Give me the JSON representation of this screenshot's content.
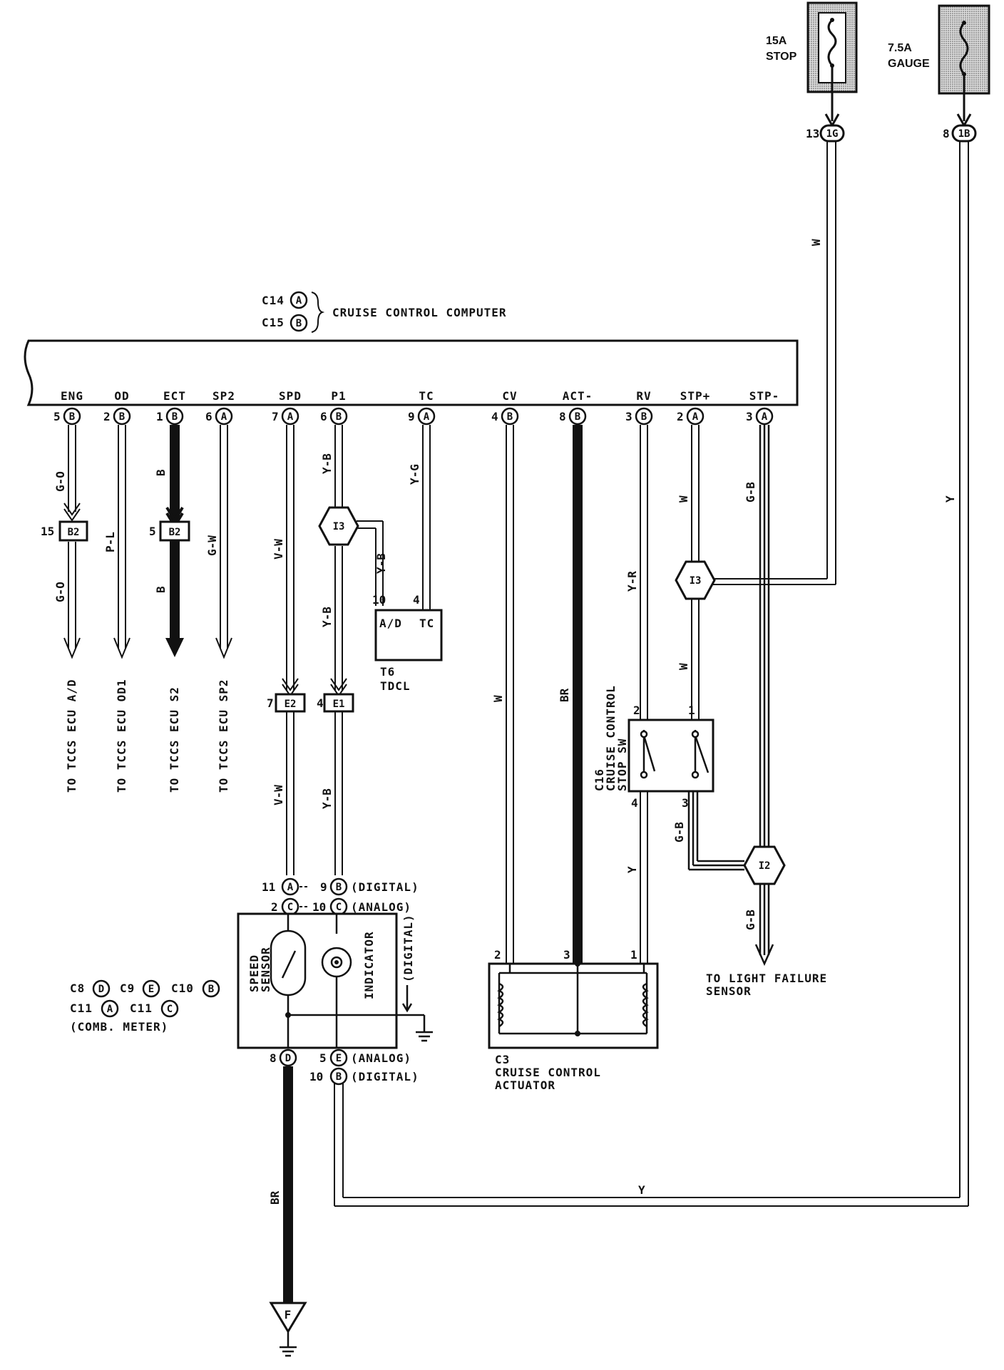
{
  "fuses": {
    "stop": {
      "rating": "15A",
      "name": "STOP",
      "pin": "13",
      "conn": "1G"
    },
    "gauge": {
      "rating": "7.5A",
      "name": "GAUGE",
      "pin": "8",
      "conn": "1B"
    }
  },
  "computer": {
    "c14": "C14",
    "c14_conn": "A",
    "c15": "C15",
    "c15_conn": "B",
    "title": "CRUISE CONTROL COMPUTER"
  },
  "terminals": [
    {
      "name": "ENG",
      "pin": "5",
      "conn": "B"
    },
    {
      "name": "OD",
      "pin": "2",
      "conn": "B"
    },
    {
      "name": "ECT",
      "pin": "1",
      "conn": "B"
    },
    {
      "name": "SP2",
      "pin": "6",
      "conn": "A"
    },
    {
      "name": "SPD",
      "pin": "7",
      "conn": "A"
    },
    {
      "name": "P1",
      "pin": "6",
      "conn": "B"
    },
    {
      "name": "TC",
      "pin": "9",
      "conn": "A"
    },
    {
      "name": "CV",
      "pin": "4",
      "conn": "B"
    },
    {
      "name": "ACT-",
      "pin": "8",
      "conn": "B"
    },
    {
      "name": "RV",
      "pin": "3",
      "conn": "B"
    },
    {
      "name": "STP+",
      "pin": "2",
      "conn": "A"
    },
    {
      "name": "STP-",
      "pin": "3",
      "conn": "A"
    }
  ],
  "wire_colors": {
    "eng": "G-O",
    "od": "P-L",
    "ect": "B",
    "sp2": "G-W",
    "spd": "V-W",
    "p1": "Y-B",
    "tc": "Y-G",
    "cv": "W",
    "act": "BR",
    "rv_top": "Y-R",
    "rv_bottom": "Y",
    "stpp": "W",
    "stpm": "G-B",
    "stop_feed": "W",
    "gauge_feed": "Y",
    "ground": "BR"
  },
  "joints": {
    "b2_left_pin": "15",
    "b2_left": "B2",
    "b2_right_pin": "5",
    "b2_right": "B2",
    "e2_pin": "7",
    "e2": "E2",
    "e1_pin": "4",
    "e1": "E1",
    "i3": "I3",
    "i2": "I2"
  },
  "tcc_destinations": [
    "TO TCCS ECU A/D",
    "TO TCCS ECU OD1",
    "TO TCCS ECU S2",
    "TO TCCS ECU SP2"
  ],
  "tdcl": {
    "code": "T6",
    "name": "TDCL",
    "pin_ad": "10",
    "pin_tc": "4",
    "label_ad": "A/D",
    "label_tc": "TC"
  },
  "stop_sw": {
    "code": "C16",
    "name1": "CRUISE CONTROL",
    "name2": "STOP SW",
    "pin1": "1",
    "pin2": "2",
    "pin3": "3",
    "pin4": "4"
  },
  "light_failure": {
    "line1": "TO LIGHT FAILURE",
    "line2": "SENSOR"
  },
  "meter": {
    "pin11": "11",
    "conn11": "A",
    "pin9": "9",
    "conn9": "B",
    "digital": "(DIGITAL)",
    "pin2": "2",
    "conn2": "C",
    "pin10": "10",
    "conn10": "C",
    "analog": "(ANALOG)",
    "speed_sensor1": "SPEED",
    "speed_sensor2": "SENSOR",
    "indicator": "INDICATOR",
    "digital_side": "(DIGITAL)",
    "pin8": "8",
    "conn8": "D",
    "pin5": "5",
    "conn5": "E",
    "analog_bottom": "(ANALOG)",
    "pin10b": "10",
    "conn10b": "B",
    "digital_bottom": "(DIGITAL)",
    "codes1_a": "C8",
    "codes1_a_conn": "D",
    "codes1_b": "C9",
    "codes1_b_conn": "E",
    "codes1_c": "C10",
    "codes1_c_conn": "B",
    "codes2_a": "C11",
    "codes2_a_conn": "A",
    "codes2_b": "C11",
    "codes2_b_conn": "C",
    "caption": "(COMB. METER)"
  },
  "actuator": {
    "code": "C3",
    "name1": "CRUISE CONTROL",
    "name2": "ACTUATOR",
    "pin2": "2",
    "pin3": "3",
    "pin1": "1"
  },
  "ground": {
    "label": "F"
  }
}
